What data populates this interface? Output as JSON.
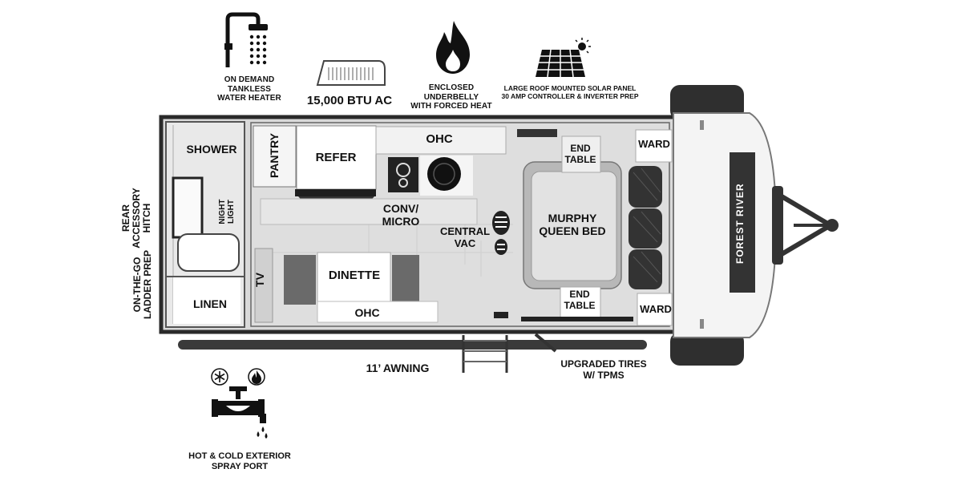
{
  "features": {
    "water_heater": {
      "line1": "ON DEMAND",
      "line2": "TANKLESS",
      "line3": "WATER HEATER"
    },
    "ac": {
      "label": "15,000 BTU AC"
    },
    "underbelly": {
      "line1": "ENCLOSED UNDERBELLY",
      "line2": "WITH FORCED HEAT"
    },
    "solar": {
      "line1": "LARGE ROOF MOUNTED SOLAR PANEL",
      "line2": "30 AMP CONTROLLER & INVERTER PREP"
    },
    "awning": {
      "label": "11’ AWNING"
    },
    "tires": {
      "line1": "UPGRADED TIRES",
      "line2": "W/ TPMS"
    },
    "spray_port": {
      "line1": "HOT & COLD EXTERIOR",
      "line2": "SPRAY PORT"
    },
    "rear_hitch": {
      "line1": "REAR",
      "line2": "ACCESSORY",
      "line3": "HITCH"
    },
    "ladder": {
      "line1": "ON-THE-GO",
      "line2": "LADDER PREP"
    }
  },
  "rooms": {
    "shower": "SHOWER",
    "night_light": {
      "line1": "NIGHT",
      "line2": "LIGHT"
    },
    "linen": "LINEN",
    "pantry": "PANTRY",
    "refer": "REFER",
    "ohc_top": "OHC",
    "conv_micro": {
      "line1": "CONV/",
      "line2": "MICRO"
    },
    "central_vac": {
      "line1": "CENTRAL",
      "line2": "VAC"
    },
    "murphy_bed": {
      "line1": "MURPHY",
      "line2": "QUEEN BED"
    },
    "end_table_top": {
      "line1": "END",
      "line2": "TABLE"
    },
    "end_table_bottom": {
      "line1": "END",
      "line2": "TABLE"
    },
    "ward_top": "WARD",
    "ward_bottom": "WARD",
    "tv": "TV",
    "dinette": "DINETTE",
    "ohc_bottom": "OHC"
  },
  "brand": {
    "logo_text": "FOREST RIVER"
  },
  "icons": [
    "shower-icon",
    "ac-unit-icon",
    "flame-icon",
    "solar-panel-icon",
    "spray-port-icon",
    "snowflake-icon",
    "fire-icon",
    "footprint-icon"
  ]
}
